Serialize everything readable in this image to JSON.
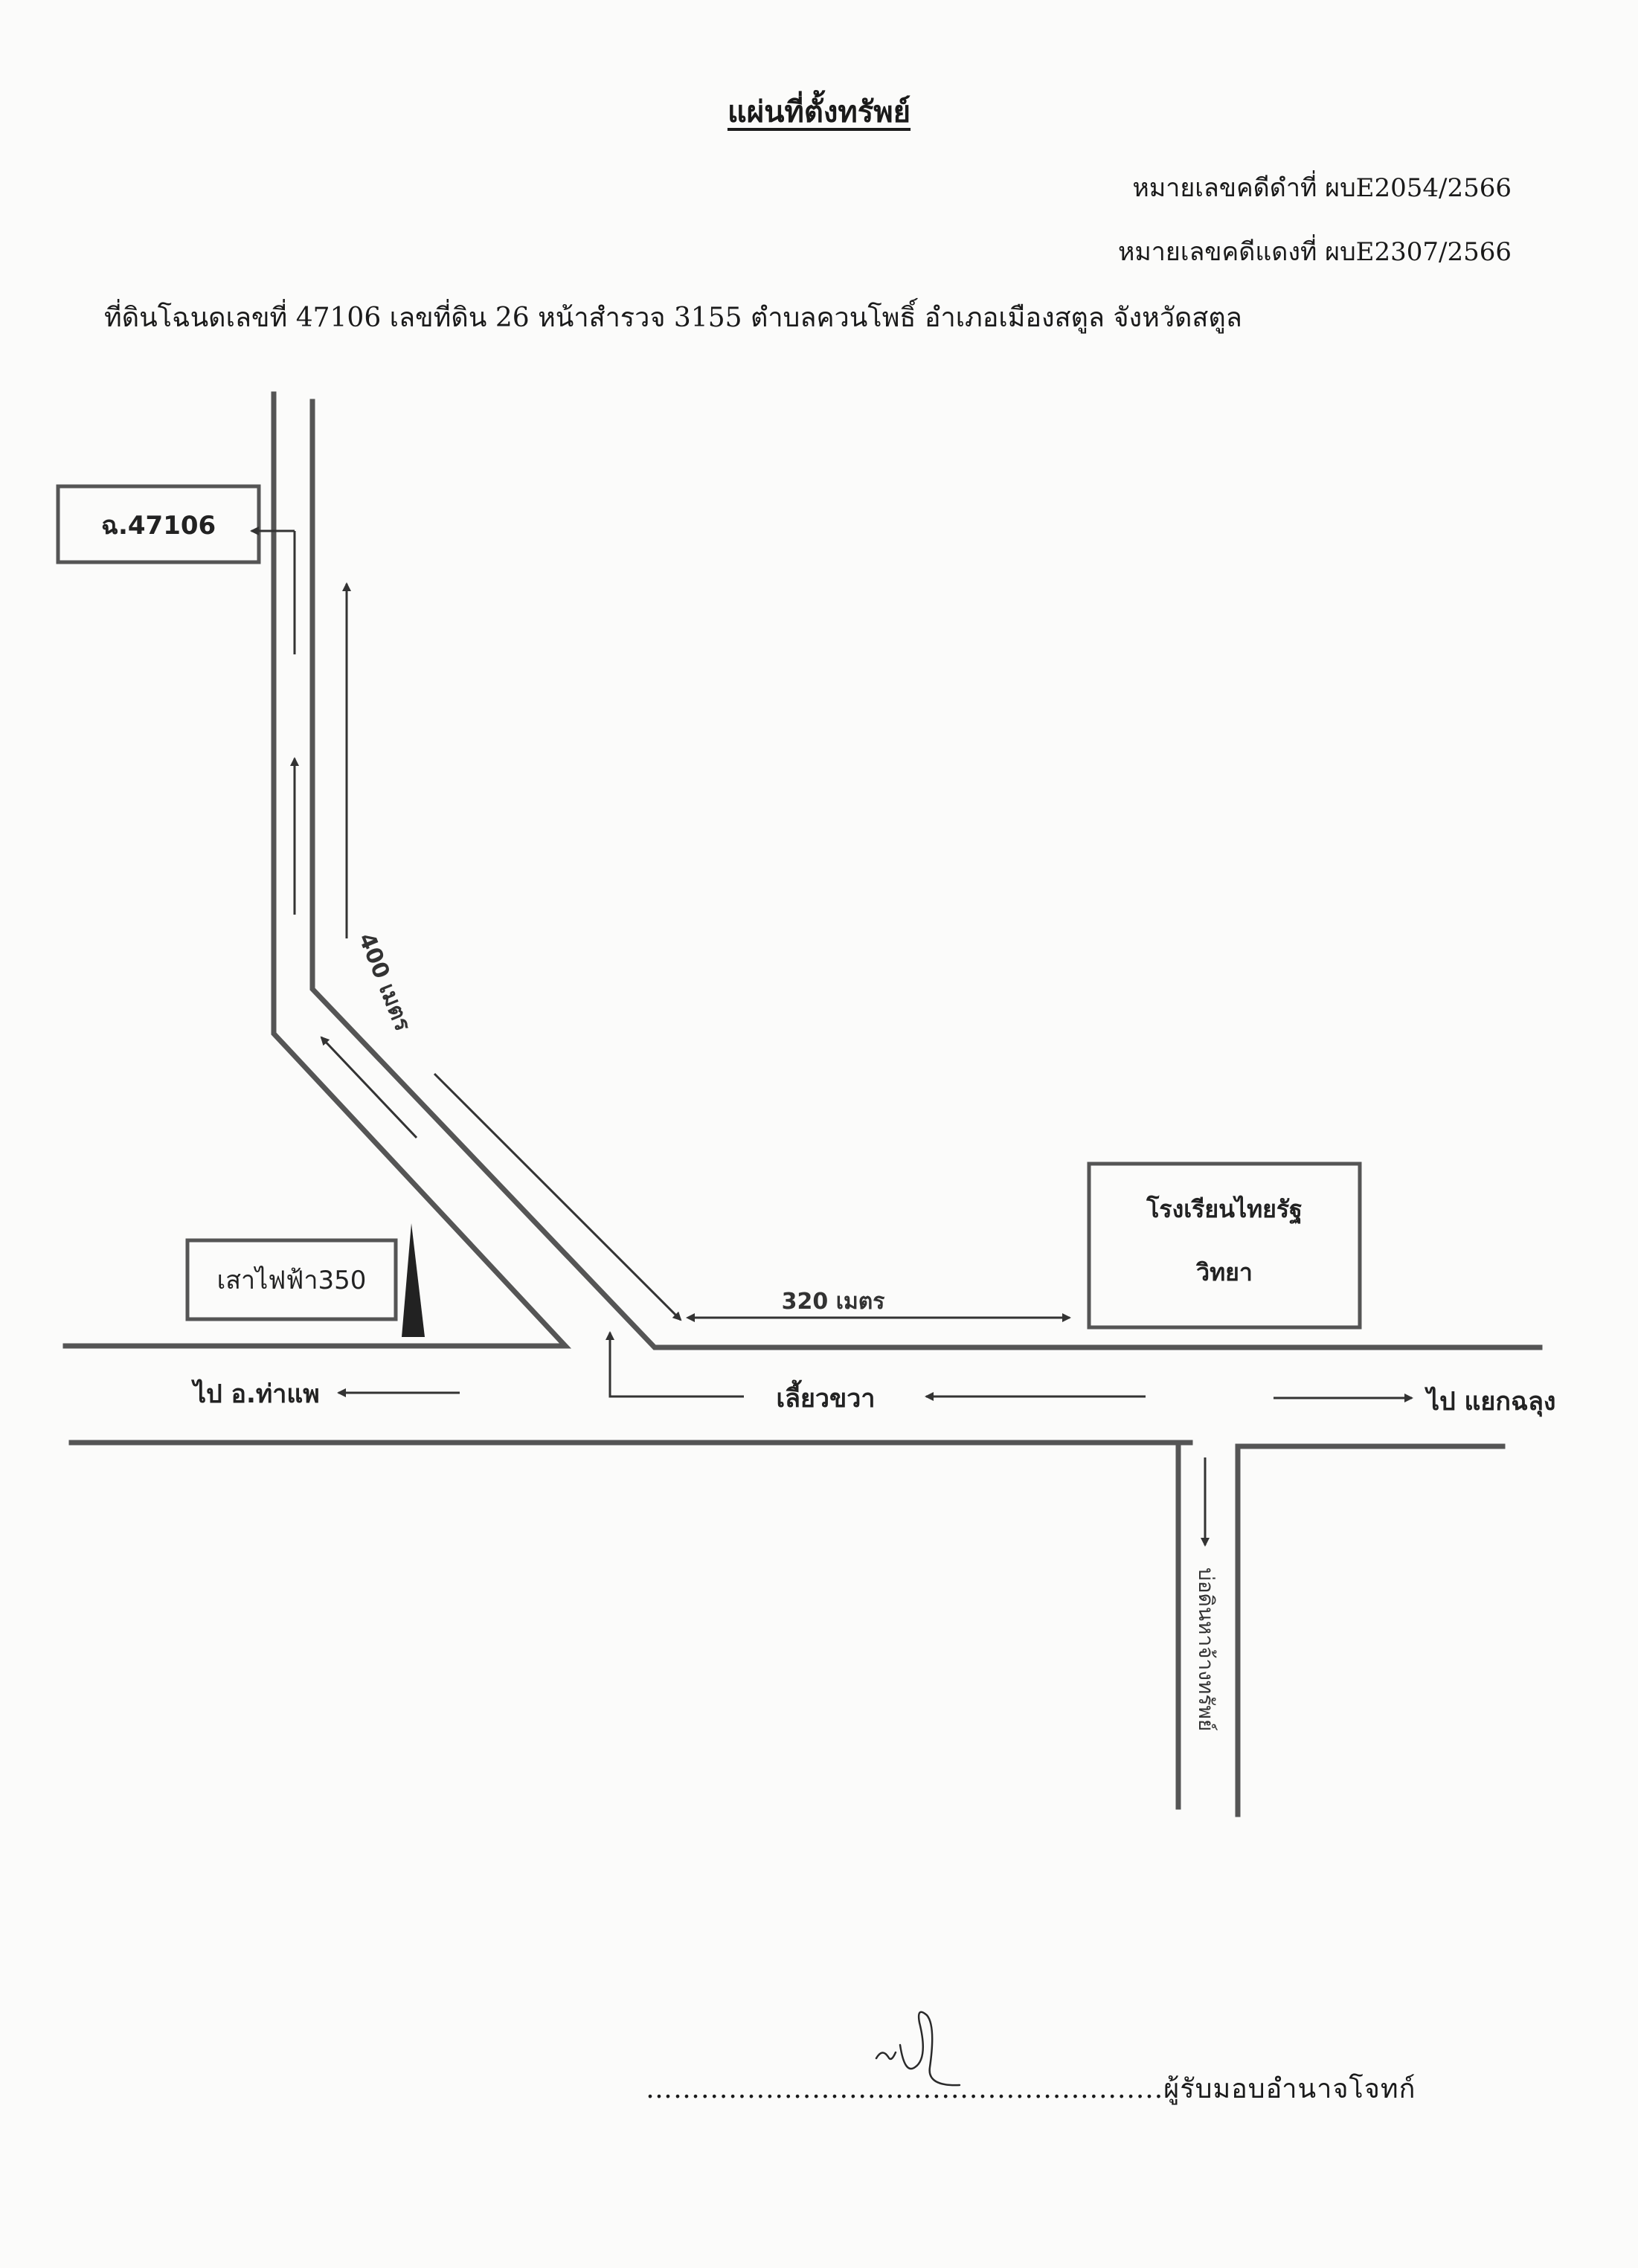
{
  "document": {
    "title": "แผ่นที่ตั้งทรัพย์",
    "case_black": "หมายเลขคดีดำที่   ผบE2054/2566",
    "case_red": "หมายเลขคดีแดงที่  ผบE2307/2566",
    "deed_line": "ที่ดินโฉนดเลขที่  47106 เลขที่ดิน 26 หน้าสำรวจ 3155  ตำบลควนโพธิ์  อำเภอเมืองสตูล   จังหวัดสตูล",
    "signature_label": "……..................................................ผู้รับมอบอำนาจโจทก์"
  },
  "map": {
    "labels": {
      "deed_box": "ฉ.47106",
      "pole_box": "เสาไฟฟ้า350",
      "school_line1": "โรงเรียนไทยรัฐ",
      "school_line2": "วิทยา",
      "distance_diagonal": "400 เมตร",
      "distance_main": "320 เมตร",
      "turn_right": "เลี้ยวขวา",
      "to_tha_phae": "ไป อ.ท่าแพ",
      "to_junction": "ไป แยกฉลุง",
      "to_side_road": "บ่อดินหาจ้างทรัพย์"
    },
    "line_color": "#555555",
    "arrow_color": "#333333"
  }
}
